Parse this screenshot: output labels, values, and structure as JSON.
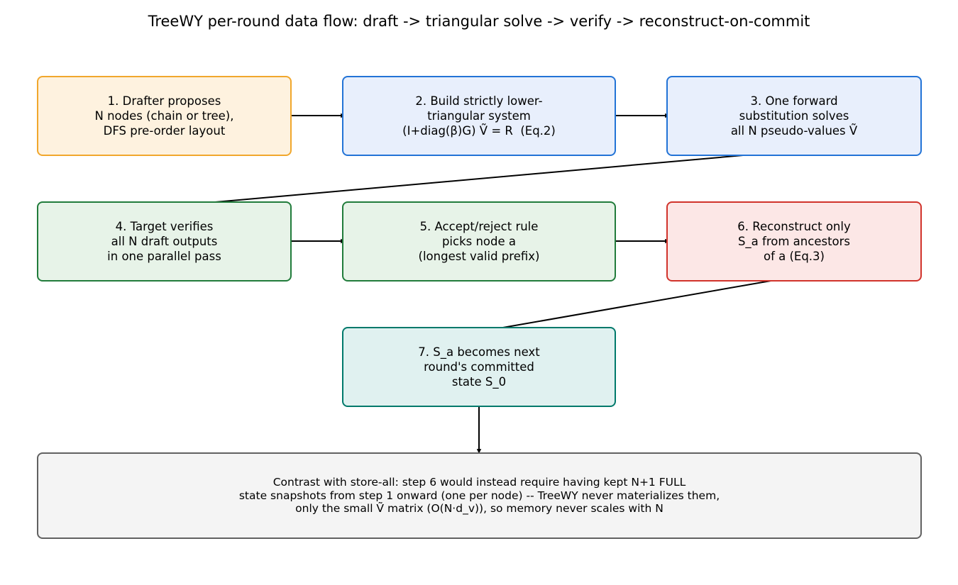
{
  "title": "TreeWY per-round data flow: draft -> triangular solve -> verify -> reconstruct-on-commit",
  "nodes": [
    {
      "id": "b1",
      "lines": [
        "1. Drafter proposes",
        "N nodes (chain or tree),",
        "DFS pre-order layout"
      ],
      "fill": "#fef2df",
      "border": "#f1a72c"
    },
    {
      "id": "b2",
      "lines": [
        "2. Build strictly lower-",
        "triangular system",
        "(I+diag(β)G) Ṽ = R  (Eq.2)"
      ],
      "fill": "#e8effc",
      "border": "#2273d6"
    },
    {
      "id": "b3",
      "lines": [
        "3. One forward",
        "substitution solves",
        "all N pseudo-values Ṽ"
      ],
      "fill": "#e8effc",
      "border": "#2273d6"
    },
    {
      "id": "b4",
      "lines": [
        "4. Target verifies",
        "all N draft outputs",
        "in one parallel pass"
      ],
      "fill": "#e7f3e8",
      "border": "#217c3b"
    },
    {
      "id": "b5",
      "lines": [
        "5. Accept/reject rule",
        "picks node a",
        "(longest valid prefix)"
      ],
      "fill": "#e7f3e8",
      "border": "#217c3b"
    },
    {
      "id": "b6",
      "lines": [
        "6. Reconstruct only",
        "S_a from ancestors",
        "of a (Eq.3)"
      ],
      "fill": "#fce7e6",
      "border": "#d1332b"
    },
    {
      "id": "b7",
      "lines": [
        "7. S_a becomes next",
        "round's committed",
        "state S_0"
      ],
      "fill": "#e0f1f0",
      "border": "#00796b"
    },
    {
      "id": "b8",
      "lines": [
        "Contrast with store-all: step 6 would instead require having kept N+1 FULL",
        "state snapshots from step 1 onward (one per node) -- TreeWY never materializes them,",
        "only the small Ṽ matrix (O(N·d_v)), so memory never scales with N"
      ],
      "fill": "#f4f4f4",
      "border": "#616161"
    }
  ],
  "edges": [
    {
      "from": "b1",
      "to": "b2"
    },
    {
      "from": "b2",
      "to": "b3"
    },
    {
      "from": "b3",
      "to": "b4"
    },
    {
      "from": "b4",
      "to": "b5"
    },
    {
      "from": "b5",
      "to": "b6"
    },
    {
      "from": "b6",
      "to": "b7"
    },
    {
      "from": "b7",
      "to": "b8"
    }
  ]
}
